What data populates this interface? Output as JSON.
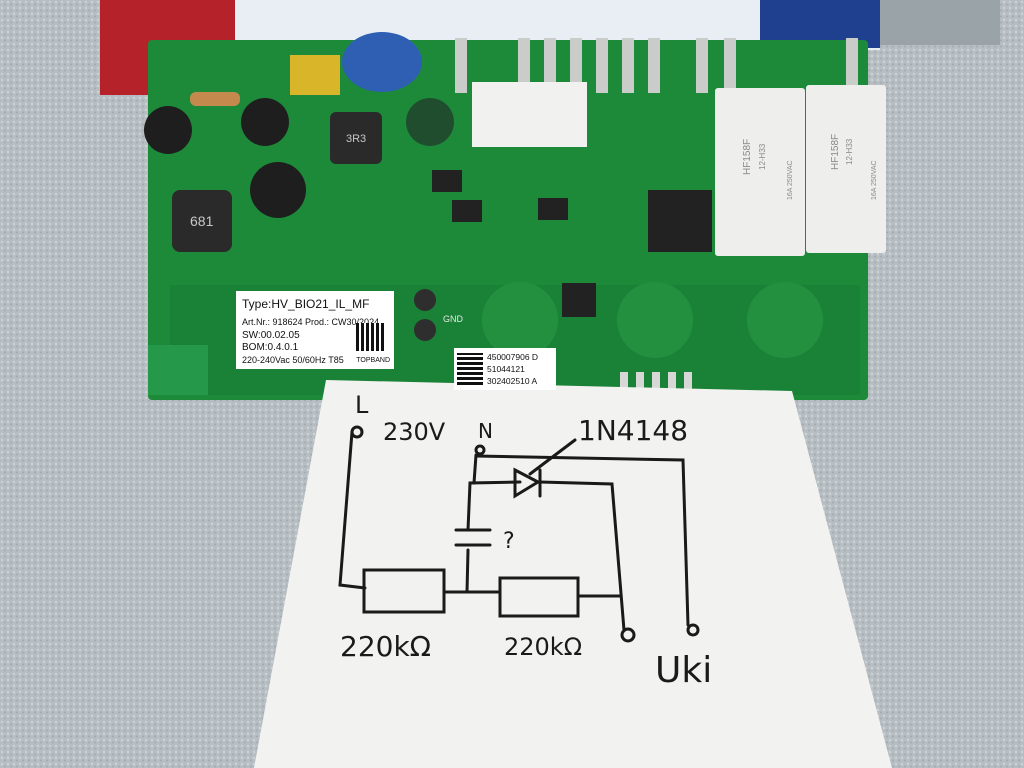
{
  "board_label": {
    "type": "Type:HV_BIO21_IL_MF",
    "art": "Art.Nr.: 918624 Prod.: CW30/2024",
    "sw": "SW:00.02.05",
    "bom": "BOM:0.4.0.1",
    "power": "220-240Vac 50/60Hz T85",
    "brand": "TOPBAND"
  },
  "small_label": {
    "line1": "450007906 D",
    "line2": "51044121",
    "line3": "302402510 A"
  },
  "board_marks": {
    "inductor": "681",
    "inductor2": "3R3",
    "gnd": "GND"
  },
  "relays": [
    {
      "model": "HF158F",
      "coil": "12-H33",
      "rating": "16A 250VAC"
    },
    {
      "model": "HF158F",
      "coil": "12-H33",
      "rating": "16A 250VAC"
    }
  ],
  "schematic": {
    "line_L": "L",
    "voltage": "230V",
    "neutral": "N",
    "diode": "1N4148",
    "cap_unknown": "?",
    "resistor1": "220kΩ",
    "resistor2": "220kΩ",
    "output": "Uki"
  },
  "colors": {
    "pcb": "#1d8a3a",
    "towel": "#b9c0c4",
    "paper": "#f2f2f0"
  }
}
